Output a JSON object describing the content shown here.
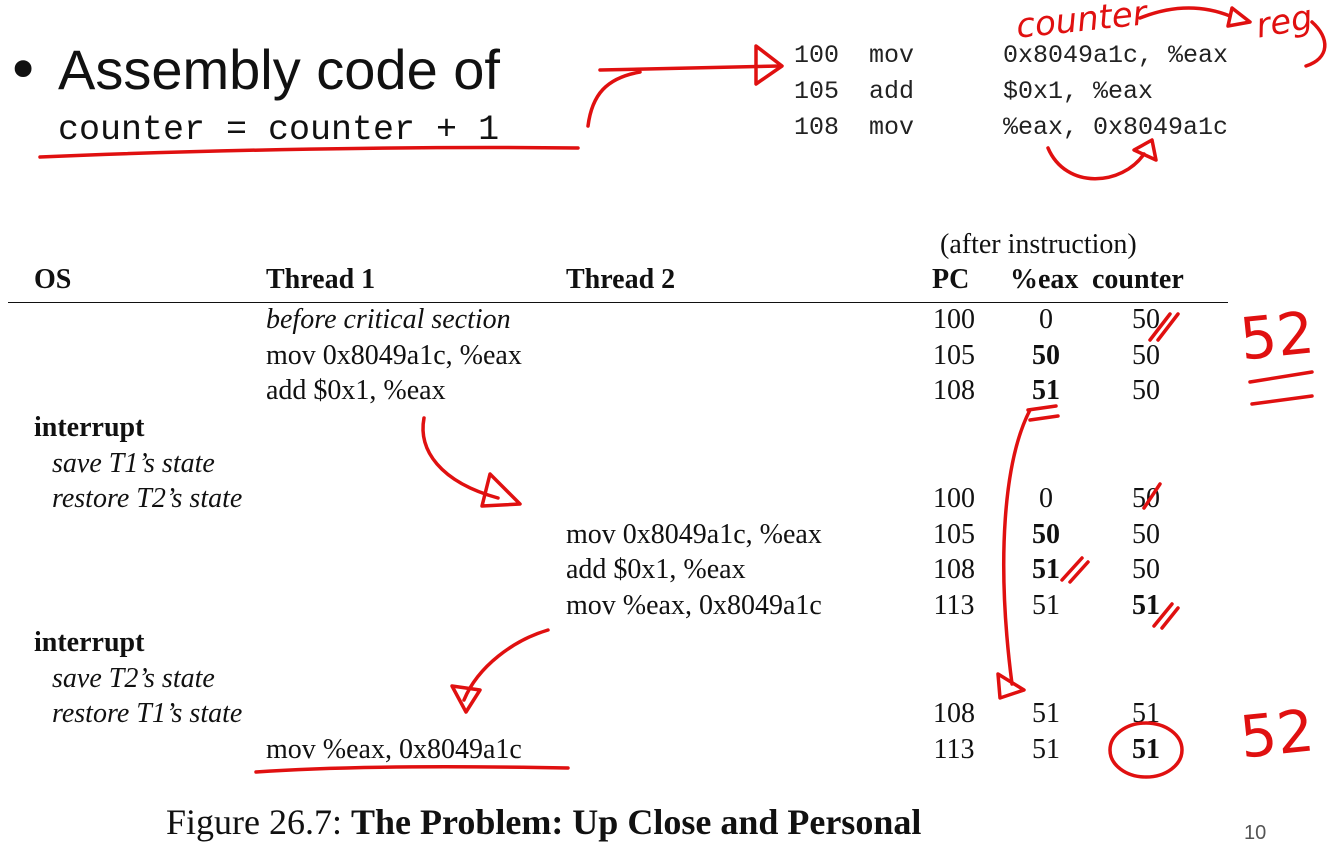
{
  "slide": {
    "bullet": "•",
    "heading": "Assembly code of",
    "code_expression": "counter = counter + 1",
    "page_number": "10"
  },
  "assembly": [
    {
      "addr": "100",
      "op": "mov",
      "args": "0x8049a1c, %eax"
    },
    {
      "addr": "105",
      "op": "add",
      "args": "$0x1, %eax"
    },
    {
      "addr": "108",
      "op": "mov",
      "args": "%eax, 0x8049a1c"
    }
  ],
  "table": {
    "super_header": "(after instruction)",
    "headers": {
      "os": "OS",
      "t1": "Thread 1",
      "t2": "Thread 2",
      "pc": "PC",
      "eax": "%eax",
      "counter": "counter"
    },
    "rows": [
      {
        "os": "",
        "t1": "before critical section",
        "t2": "",
        "pc": "100",
        "eax": "0",
        "counter": "50"
      },
      {
        "os": "",
        "t1": "mov 0x8049a1c, %eax",
        "t2": "",
        "pc": "105",
        "eax": "50",
        "counter": "50"
      },
      {
        "os": "",
        "t1": "add $0x1, %eax",
        "t2": "",
        "pc": "108",
        "eax": "51",
        "counter": "50"
      },
      {
        "os": "interrupt",
        "t1": "",
        "t2": "",
        "pc": "",
        "eax": "",
        "counter": ""
      },
      {
        "os": "save T1’s state",
        "t1": "",
        "t2": "",
        "pc": "",
        "eax": "",
        "counter": ""
      },
      {
        "os": "restore T2’s state",
        "t1": "",
        "t2": "",
        "pc": "100",
        "eax": "0",
        "counter": "50"
      },
      {
        "os": "",
        "t1": "",
        "t2": "mov 0x8049a1c, %eax",
        "pc": "105",
        "eax": "50",
        "counter": "50"
      },
      {
        "os": "",
        "t1": "",
        "t2": "add $0x1, %eax",
        "pc": "108",
        "eax": "51",
        "counter": "50"
      },
      {
        "os": "",
        "t1": "",
        "t2": "mov %eax, 0x8049a1c",
        "pc": "113",
        "eax": "51",
        "counter": "51"
      },
      {
        "os": "interrupt",
        "t1": "",
        "t2": "",
        "pc": "",
        "eax": "",
        "counter": ""
      },
      {
        "os": "save T2’s state",
        "t1": "",
        "t2": "",
        "pc": "",
        "eax": "",
        "counter": ""
      },
      {
        "os": "restore T1’s state",
        "t1": "",
        "t2": "",
        "pc": "108",
        "eax": "51",
        "counter": "51"
      },
      {
        "os": "",
        "t1": "mov %eax, 0x8049a1c",
        "t2": "",
        "pc": "113",
        "eax": "51",
        "counter": "51"
      }
    ]
  },
  "caption": {
    "prefix": "Figure 26.7: ",
    "title": "The Problem: Up Close and Personal"
  },
  "annotations": {
    "counter_word": "counter",
    "reg_word": "reg",
    "value_top": "52",
    "value_bottom": "52",
    "ink_color": "#e01010"
  }
}
